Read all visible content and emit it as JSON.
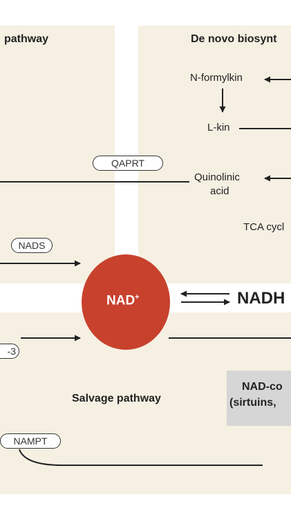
{
  "sections": {
    "preiss_title": "pathway",
    "denovo_title": "De novo biosynt",
    "salvage_title": "Salvage pathway"
  },
  "metabolites": {
    "n_formylkin": "N-formylkin",
    "l_kin": "L-kin",
    "quinolinic_line1": "Quinolinic",
    "quinolinic_line2": "acid",
    "tca": "TCA cycl",
    "nad": "NAD",
    "nad_sup": "+",
    "nadh": "NADH"
  },
  "enzymes": {
    "qaprt": "QAPRT",
    "nads": "NADS",
    "nmnat_fragment": "-3",
    "nampt": "NAMPT"
  },
  "consumers": {
    "line1": "NAD-co",
    "line2": "(sirtuins,"
  },
  "colors": {
    "panel": "#f6f0e3",
    "nad_circle": "#c8412d",
    "consumer_box": "#d6d6d6"
  }
}
